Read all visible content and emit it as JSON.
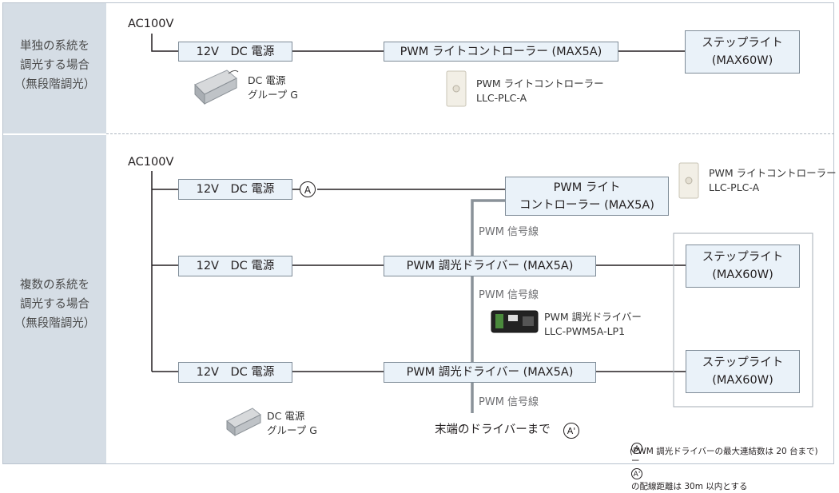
{
  "section1": {
    "label": "単独の系統を\n調光する場合\n（無段階調光）"
  },
  "section2": {
    "label": "複数の系統を\n調光する場合\n（無段階調光）"
  },
  "s1": {
    "ac": "AC100V",
    "psu": "12V　DC 電源",
    "controller": "PWM ライトコントローラー (MAX5A)",
    "light": "ステップライト\n(MAX60W)",
    "psu_caption": "DC 電源\nグループ G",
    "controller_caption": "PWM ライトコントローラー\nLLC-PLC-A"
  },
  "s2": {
    "ac": "AC100V",
    "psu1": "12V　DC 電源",
    "psu2": "12V　DC 電源",
    "psu3": "12V　DC 電源",
    "marker_a": "A",
    "controller": "PWM ライト\nコントローラー (MAX5A)",
    "controller_caption": "PWM ライトコントローラー\nLLC-PLC-A",
    "signal1": "PWM 信号線",
    "signal2": "PWM 信号線",
    "signal3": "PWM 信号線",
    "driver1": "PWM 調光ドライバー (MAX5A)",
    "driver2": "PWM 調光ドライバー (MAX5A)",
    "driver_caption": "PWM 調光ドライバー\nLLC-PWM5A-LP1",
    "light1": "ステップライト\n(MAX60W)",
    "light2": "ステップライト\n(MAX60W)",
    "psu_caption": "DC 電源\nグループ G",
    "end_text": "末端のドライバーまで",
    "marker_a2": "A'",
    "note_a": "A",
    "note_dash": "ー",
    "note_a2": "A'",
    "note_line1": "の配線距離は 30m 以内とする",
    "note_line2": "(PWM 調光ドライバーの最大連結数は 20 台まで)"
  }
}
